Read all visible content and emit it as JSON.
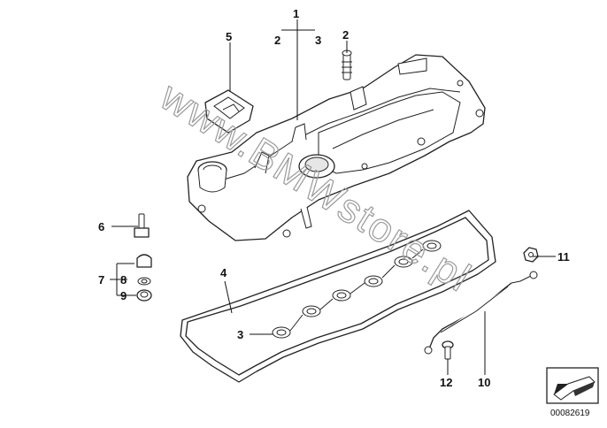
{
  "diagram": {
    "callouts": [
      {
        "id": "c1",
        "text": "1"
      },
      {
        "id": "c2a",
        "text": "2"
      },
      {
        "id": "c3a",
        "text": "3"
      },
      {
        "id": "c2b",
        "text": "2"
      },
      {
        "id": "c5",
        "text": "5"
      },
      {
        "id": "c6",
        "text": "6"
      },
      {
        "id": "c7",
        "text": "7"
      },
      {
        "id": "c8",
        "text": "8"
      },
      {
        "id": "c9",
        "text": "9"
      },
      {
        "id": "c4",
        "text": "4"
      },
      {
        "id": "c3b",
        "text": "3"
      },
      {
        "id": "c11",
        "text": "11"
      },
      {
        "id": "c12",
        "text": "12"
      },
      {
        "id": "c10",
        "text": "10"
      }
    ],
    "watermark": "www.BMWstore.pl",
    "reference_number": "00082619"
  }
}
